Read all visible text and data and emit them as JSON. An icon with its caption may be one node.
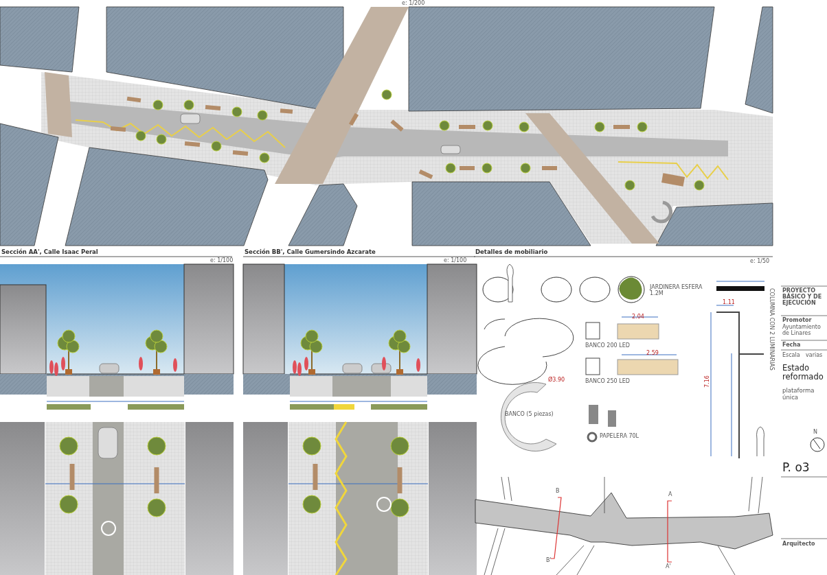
{
  "diagram": {
    "labels": [
      "e: 1/200",
      "**Sección AA'**, Calle Isaac Peral",
      "e: 1/100",
      "**Sección BB'**, Calle Gumersindo Azcarate",
      "e: 1/100",
      "Detalles de mobiliario",
      "e: 1/50",
      "JARDINERA ESFERA 1.2M",
      "BANCO 200 LED",
      "BANCO 250 LED",
      "BANCO (5 piezas)",
      "PAPELERA 70L",
      "COLUMNA CON 2 LUMINARIAS",
      "2.04",
      "2.59",
      "Ø3.90",
      "1.11",
      "7.16",
      "B",
      "B'",
      "A",
      "A'",
      "PROYECTO BÁSICO Y DE EJECUCIÓN",
      "Promotor",
      "Ayuntamiento de Linares",
      "Fecha",
      "Escala",
      "varias",
      "Estado reformado",
      "plataforma única",
      "N",
      "P. o3",
      "Arquitecto"
    ]
  }
}
